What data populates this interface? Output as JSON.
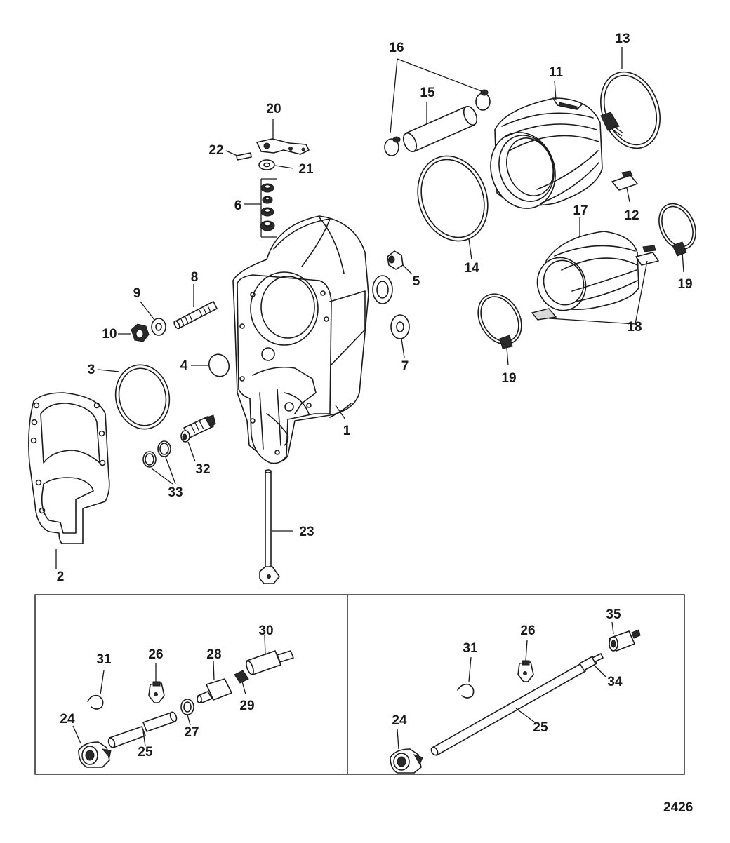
{
  "figure_number": "2426",
  "callouts": {
    "c1": "1",
    "c2": "2",
    "c3": "3",
    "c4": "4",
    "c5": "5",
    "c6": "6",
    "c7": "7",
    "c8": "8",
    "c9": "9",
    "c10": "10",
    "c11": "11",
    "c12": "12",
    "c13": "13",
    "c14": "14",
    "c15": "15",
    "c16": "16",
    "c17": "17",
    "c18": "18",
    "c19a": "19",
    "c19b": "19",
    "c20": "20",
    "c21": "21",
    "c22": "22",
    "c23": "23",
    "c32": "32",
    "c33": "33"
  },
  "inset_left": {
    "c24": "24",
    "c25": "25",
    "c26": "26",
    "c27": "27",
    "c28": "28",
    "c29": "29",
    "c30": "30",
    "c31": "31"
  },
  "inset_right": {
    "c24": "24",
    "c25": "25",
    "c26": "26",
    "c31": "31",
    "c34": "34",
    "c35": "35"
  }
}
